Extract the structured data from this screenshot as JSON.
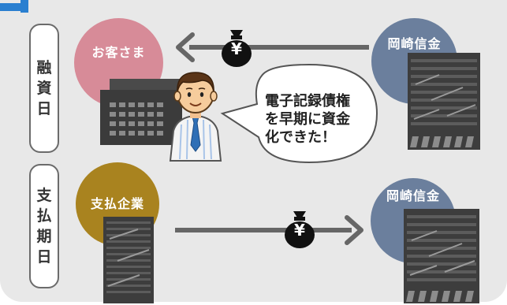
{
  "rows": [
    {
      "day_label": [
        "融",
        "資",
        "日"
      ],
      "left_party": "お客さま",
      "right_party": "岡崎信金",
      "speech": [
        "電子記録債権",
        "を早期に資金",
        "化できた！"
      ]
    },
    {
      "day_label": [
        "支",
        "払",
        "期",
        "日"
      ],
      "left_party": "支払企業",
      "right_party": "岡崎信金"
    }
  ],
  "currency_symbol": "¥",
  "icons": [
    "money-bag-icon",
    "arrow-left-icon",
    "arrow-right-icon",
    "businessman-icon",
    "office-building-icon"
  ],
  "colors": {
    "customer": "#d78b98",
    "bank": "#6b7f9d",
    "payer": "#a9831f",
    "accent": "#2a7fd0",
    "arrow": "#666666",
    "panel": "#e8e8e8"
  }
}
